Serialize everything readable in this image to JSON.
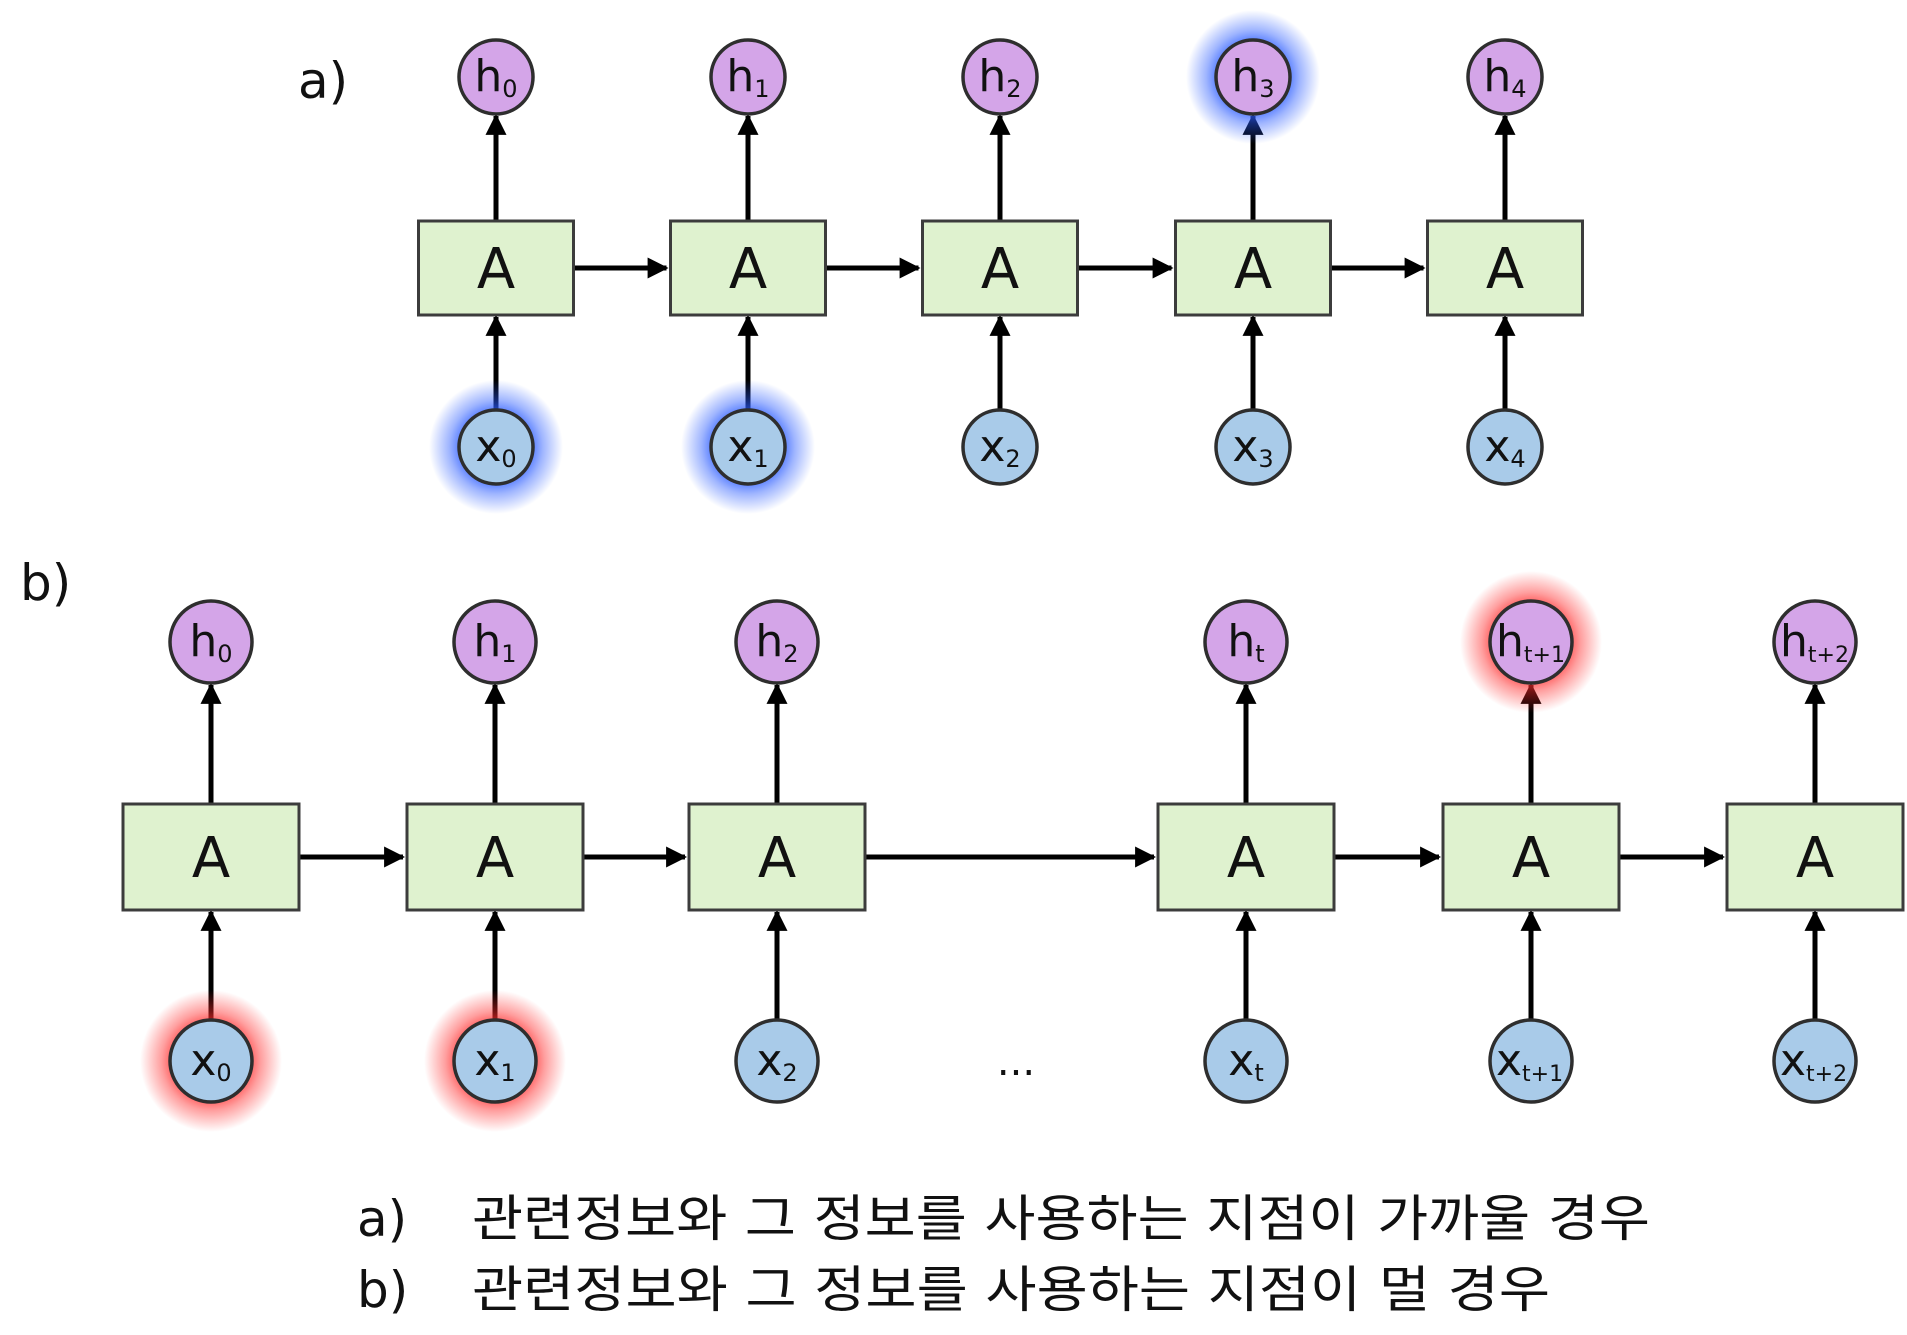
{
  "panel_a": {
    "label": "a)",
    "cell_label": "A",
    "outputs": [
      {
        "base": "h",
        "sub": "0",
        "highlight": ""
      },
      {
        "base": "h",
        "sub": "1",
        "highlight": ""
      },
      {
        "base": "h",
        "sub": "2",
        "highlight": ""
      },
      {
        "base": "h",
        "sub": "3",
        "highlight": "blue"
      },
      {
        "base": "h",
        "sub": "4",
        "highlight": ""
      }
    ],
    "inputs": [
      {
        "base": "x",
        "sub": "0",
        "highlight": "blue"
      },
      {
        "base": "x",
        "sub": "1",
        "highlight": "blue"
      },
      {
        "base": "x",
        "sub": "2",
        "highlight": ""
      },
      {
        "base": "x",
        "sub": "3",
        "highlight": ""
      },
      {
        "base": "x",
        "sub": "4",
        "highlight": ""
      }
    ]
  },
  "panel_b": {
    "label": "b)",
    "cell_label": "A",
    "ellipsis": "...",
    "outputs": [
      {
        "base": "h",
        "sub": "0",
        "highlight": ""
      },
      {
        "base": "h",
        "sub": "1",
        "highlight": ""
      },
      {
        "base": "h",
        "sub": "2",
        "highlight": ""
      },
      {
        "base": "h",
        "sub": "t",
        "highlight": ""
      },
      {
        "base": "h",
        "sub": "t+1",
        "highlight": "red"
      },
      {
        "base": "h",
        "sub": "t+2",
        "highlight": ""
      }
    ],
    "inputs": [
      {
        "base": "x",
        "sub": "0",
        "highlight": "red"
      },
      {
        "base": "x",
        "sub": "1",
        "highlight": "red"
      },
      {
        "base": "x",
        "sub": "2",
        "highlight": ""
      },
      {
        "base": "x",
        "sub": "t",
        "highlight": ""
      },
      {
        "base": "x",
        "sub": "t+1",
        "highlight": ""
      },
      {
        "base": "x",
        "sub": "t+2",
        "highlight": ""
      }
    ]
  },
  "caption": {
    "items": [
      {
        "marker": "a)",
        "text": "관련정보와 그 정보를 사용하는 지점이 가까울 경우"
      },
      {
        "marker": "b)",
        "text": "관련정보와 그 정보를 사용하는 지점이 멀 경우"
      }
    ]
  },
  "colors": {
    "cell_fill": "#dff2cf",
    "cell_stroke": "#3c3c3c",
    "output_fill": "#d4a5e8",
    "input_fill": "#a9cbe9",
    "glow_blue": "#2a5bff",
    "glow_red": "#ff2a2a"
  }
}
